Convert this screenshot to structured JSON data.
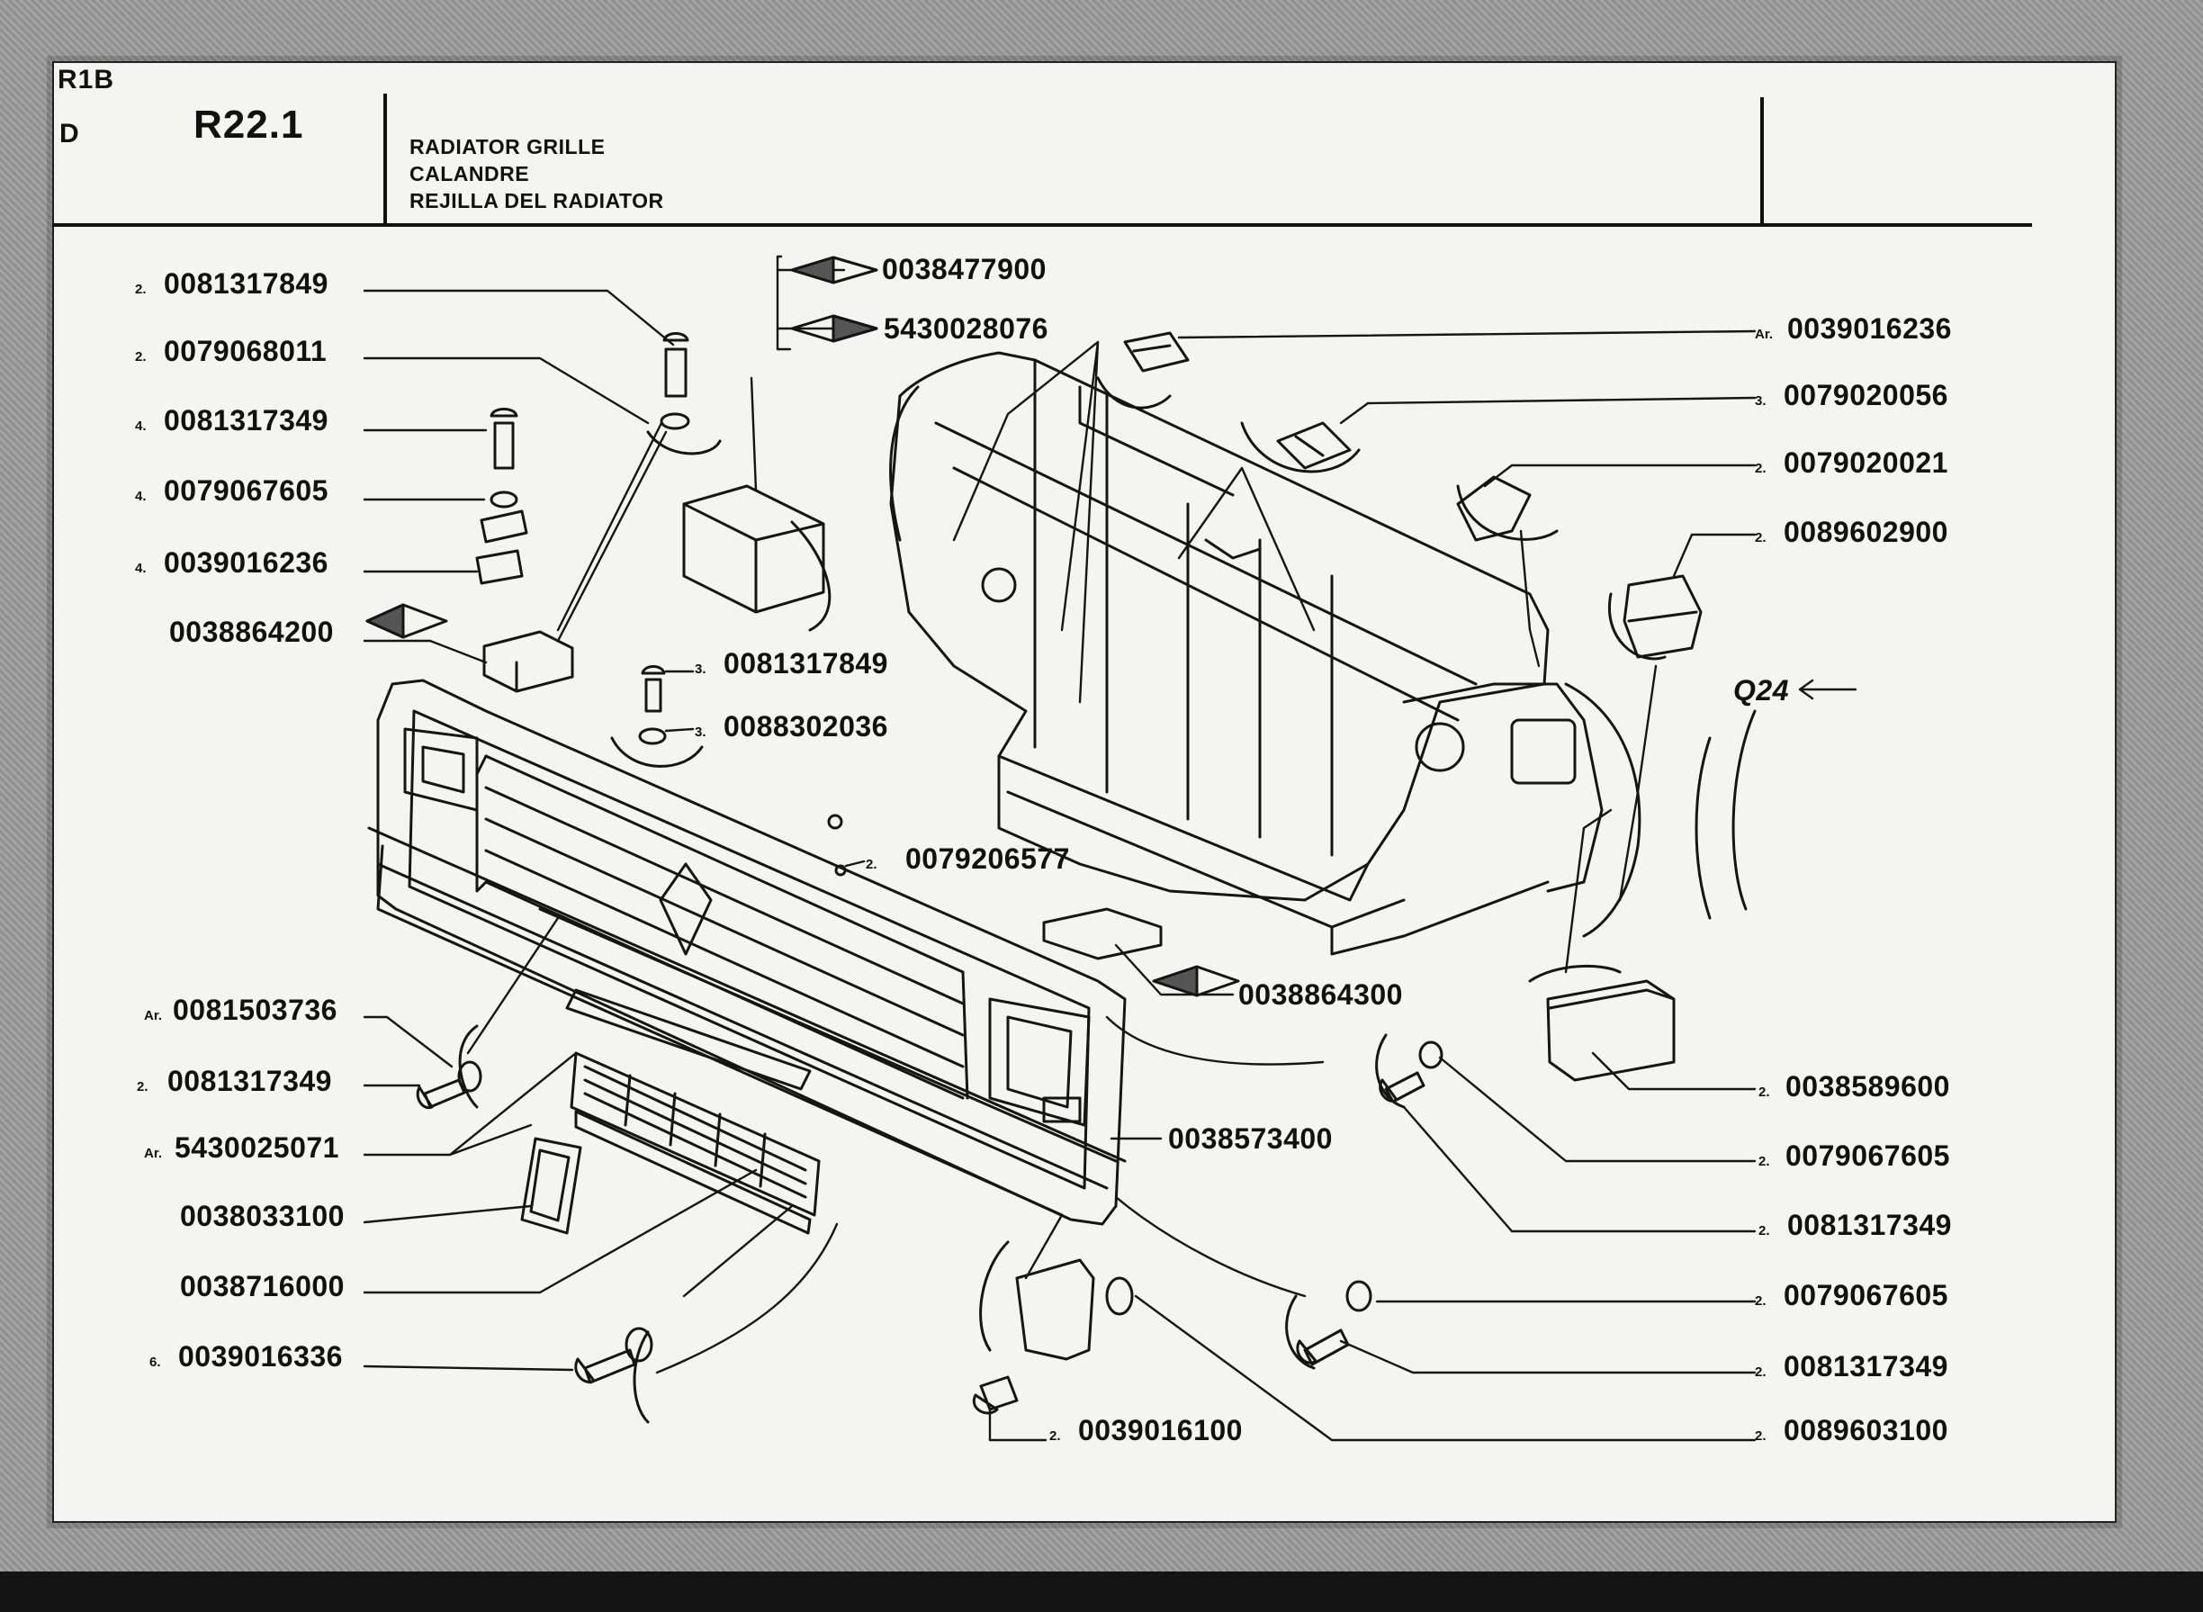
{
  "header": {
    "model": "R1B",
    "market": "D",
    "page": "R22.1",
    "title_en": "RADIATOR GRILLE",
    "title_fr": "CALANDRE",
    "title_es": "REJILLA DEL RADIATOR"
  },
  "view_marker": "Q24",
  "parts": [
    {
      "qty": "2.",
      "ref": "0081317849"
    },
    {
      "qty": "2.",
      "ref": "0079068011"
    },
    {
      "qty": "4.",
      "ref": "0081317349"
    },
    {
      "qty": "4.",
      "ref": "0079067605"
    },
    {
      "qty": "4.",
      "ref": "0039016236"
    },
    {
      "qty": "",
      "ref": "0038864200"
    },
    {
      "qty": "",
      "ref": "0038477900"
    },
    {
      "qty": "",
      "ref": "5430028076"
    },
    {
      "qty": "Ar.",
      "ref": "0039016236"
    },
    {
      "qty": "3.",
      "ref": "0079020056"
    },
    {
      "qty": "2.",
      "ref": "0079020021"
    },
    {
      "qty": "2.",
      "ref": "0089602900"
    },
    {
      "qty": "3.",
      "ref": "0081317849"
    },
    {
      "qty": "3.",
      "ref": "0088302036"
    },
    {
      "qty": "2.",
      "ref": "0079206577"
    },
    {
      "qty": "",
      "ref": "0038864300"
    },
    {
      "qty": "Ar.",
      "ref": "0081503736"
    },
    {
      "qty": "2.",
      "ref": "0081317349"
    },
    {
      "qty": "Ar.",
      "ref": "5430025071"
    },
    {
      "qty": "",
      "ref": "0038033100"
    },
    {
      "qty": "",
      "ref": "0038716000"
    },
    {
      "qty": "6.",
      "ref": "0039016336"
    },
    {
      "qty": "",
      "ref": "0038573400"
    },
    {
      "qty": "2.",
      "ref": "0038589600"
    },
    {
      "qty": "2.",
      "ref": "0079067605"
    },
    {
      "qty": "2.",
      "ref": "0081317349"
    },
    {
      "qty": "2.",
      "ref": "0079067605"
    },
    {
      "qty": "2.",
      "ref": "0081317349"
    },
    {
      "qty": "2.",
      "ref": "0039016100"
    },
    {
      "qty": "2.",
      "ref": "0089603100"
    }
  ]
}
